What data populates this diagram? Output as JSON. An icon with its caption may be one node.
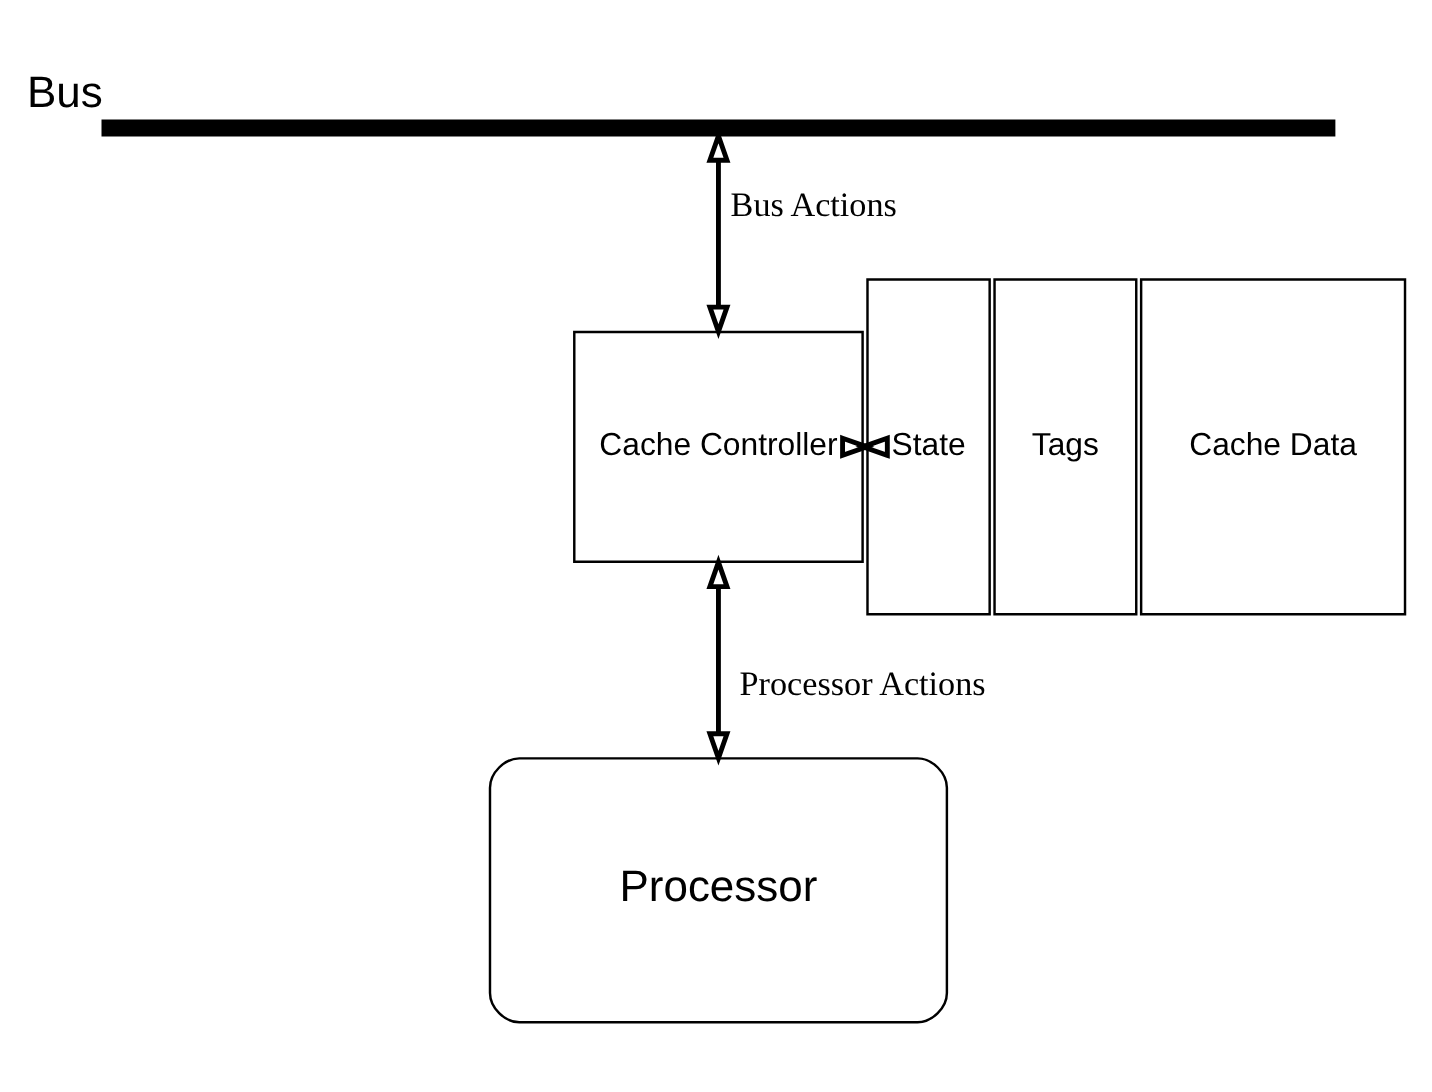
{
  "diagram": {
    "nodes": [
      {
        "text": [
          "Bus"
        ]
      },
      {
        "text": [
          "Cache Controller"
        ]
      },
      {
        "text": [
          "State"
        ]
      },
      {
        "text": [
          "Tags"
        ]
      },
      {
        "text": [
          "Cache Data"
        ]
      },
      {
        "text": [
          "Processor"
        ]
      }
    ],
    "edges": [
      {
        "from": 0,
        "to": 1,
        "arrow": "both",
        "label": "Bus Actions"
      },
      {
        "from": 1,
        "to": 2,
        "arrow": "both"
      },
      {
        "from": 1,
        "to": 5,
        "arrow": "both",
        "label": "Processor Actions"
      }
    ]
  }
}
